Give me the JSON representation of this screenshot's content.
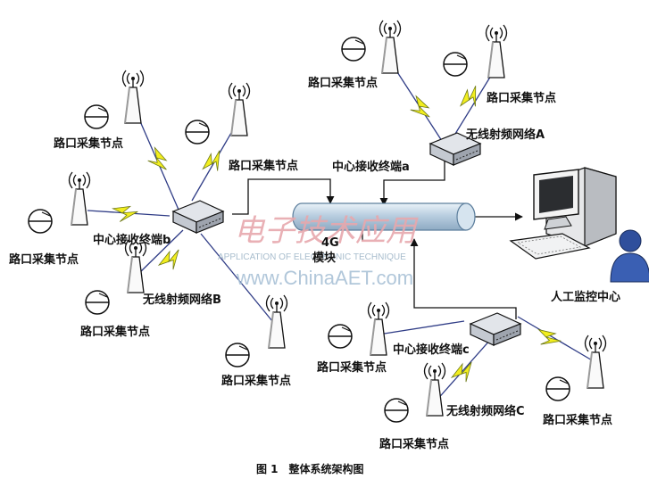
{
  "node_label": "路口采集节点",
  "terminals": {
    "a": "中心接收终端a",
    "b": "中心接收终端b",
    "c": "中心接收终端c"
  },
  "networks": {
    "a": "无线射频网络A",
    "b": "无线射频网络B",
    "c": "无线射频网络C"
  },
  "module_label_line1": "4G",
  "module_label_line2": "模块",
  "monitor_label": "人工监控中心",
  "caption": "图 1　整体系统架构图",
  "watermark": {
    "logo": "电子技术应用",
    "tagline": "APPLICATION OF ELECTRONIC TECHNIQUE",
    "url": "www.ChinaAET.com"
  },
  "colors": {
    "lightning": "#f2ee1e",
    "lightning_stroke": "#6f7a18",
    "wire": "#2f3c86",
    "cylinder": "#cfe0ee",
    "cylinder_edge": "#5d7f9d"
  }
}
